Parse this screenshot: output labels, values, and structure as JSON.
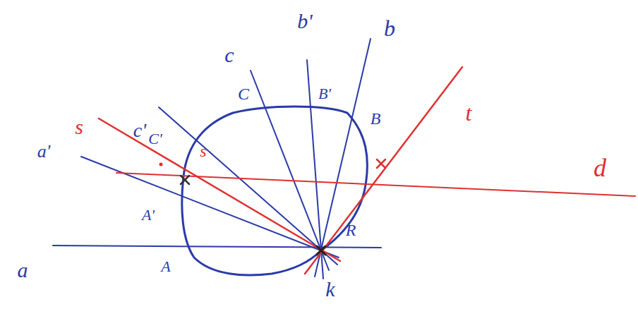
{
  "diagram": {
    "labels": [
      "s",
      "c'",
      "c",
      "b'",
      "b",
      "t",
      "d",
      "a'",
      "C'",
      "s",
      "C",
      "B'",
      "B",
      "A'",
      "a",
      "A",
      "k",
      "R"
    ]
  }
}
